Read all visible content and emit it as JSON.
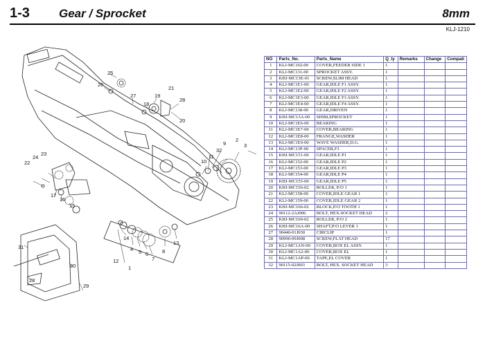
{
  "header": {
    "section": "1-3",
    "title": "Gear / Sprocket",
    "size": "8mm",
    "code": "KLJ-1210"
  },
  "diagram": {
    "callouts": [
      "25",
      "26",
      "27",
      "19",
      "21",
      "18",
      "28",
      "20",
      "3",
      "2",
      "9",
      "32",
      "11",
      "10",
      "22",
      "24",
      "23",
      "17",
      "16",
      "15",
      "31",
      "30",
      "29",
      "28",
      "14",
      "4",
      "5",
      "6",
      "7",
      "8",
      "13",
      "12",
      "1"
    ]
  },
  "table": {
    "headers": [
      "NO",
      "Parts_No.",
      "Parts_Name",
      "Q_ty",
      "Remarks",
      "Change",
      "Compati"
    ],
    "rows": [
      [
        "1",
        "KLJ-MC102-00",
        "COVER,FEEDER SIDE 1",
        "1"
      ],
      [
        "2",
        "KLJ-MC131-00",
        "SPROCKET ASSY.",
        "1"
      ],
      [
        "3",
        "KHJ-MC13E-01",
        "SCREW,SLIM HEAD",
        "1"
      ],
      [
        "4",
        "KLJ-MC1E1-00",
        "GEAR,IDLE F1 ASSY.",
        "1"
      ],
      [
        "5",
        "KLJ-MC1E2-00",
        "GEAR,IDLE F2 ASSY.",
        "1"
      ],
      [
        "6",
        "KLJ-MC1E3-00",
        "GEAR,IDLE F3 ASSY.",
        "1"
      ],
      [
        "7",
        "KLJ-MC1E4-00",
        "GEAR,IDLE F4 ASSY.",
        "1"
      ],
      [
        "8",
        "KLJ-MC138-00",
        "GEAR,DRIVEN",
        "1"
      ],
      [
        "9",
        "KHJ-MC13A-00",
        "SHIM,SPROCKET",
        "1"
      ],
      [
        "10",
        "KLJ-MC1E6-00",
        "BEARING",
        "1"
      ],
      [
        "11",
        "KLJ-MC1E7-00",
        "COVER,BEARING",
        "1"
      ],
      [
        "12",
        "KLJ-MC1E8-00",
        "FRANGE,WASHER",
        "1"
      ],
      [
        "13",
        "KLJ-MC1E9-00",
        "WAVE WASHER,D.G.",
        "1"
      ],
      [
        "14",
        "KLJ-MC13P-00",
        "SPACER,F3",
        "1"
      ],
      [
        "15",
        "KHJ-MC151-00",
        "GEAR,IDLE P1",
        "1"
      ],
      [
        "16",
        "KLJ-MC152-00",
        "GEAR,IDLE P2",
        "1"
      ],
      [
        "17",
        "KLJ-MC153-00",
        "GEAR,IDLE P3",
        "1"
      ],
      [
        "18",
        "KLJ-MC154-00",
        "GEAR,IDLE P4",
        "1"
      ],
      [
        "19",
        "KHJ-MC155-00",
        "GEAR,IDLE P5",
        "1"
      ],
      [
        "20",
        "KHJ-MC156-02",
        "ROLLER, P/O 1",
        "1"
      ],
      [
        "21",
        "KLJ-MC158-00",
        "COVER,IDLE GEAR 1",
        "1"
      ],
      [
        "22",
        "KLJ-MC159-00",
        "COVER,IDLE GEAR 2",
        "1"
      ],
      [
        "23",
        "KHJ-MC166-02",
        "BLOCK,P/O TOOTH 1",
        "1"
      ],
      [
        "24",
        "90112-2AJ006",
        "BOLT, HEX.SOCKET HEAD",
        "2"
      ],
      [
        "25",
        "KHJ-MC169-02",
        "ROLLER, P/O 2",
        "1"
      ],
      [
        "26",
        "KHJ-MC16A-00",
        "SHAFT,P/O  LEVER 1",
        "1"
      ],
      [
        "27",
        "90440-01J030",
        "CIRCLIP",
        "1"
      ],
      [
        "28",
        "90990-09J008",
        "SCREW,FLAT HEAD",
        "17"
      ],
      [
        "29",
        "KLJ-MC1AN-00",
        "COVER,BOX EL ASSY.",
        "1"
      ],
      [
        "30",
        "KLJ-MC1A2-00",
        "COVER,BOX EL",
        "1"
      ],
      [
        "31",
        "KLJ-MC1AP-00",
        "TAPE,EL COVER",
        "1"
      ],
      [
        "32",
        "90115-02J003",
        "BOLT, HEX. SOCKET HEAD",
        "3"
      ]
    ]
  }
}
